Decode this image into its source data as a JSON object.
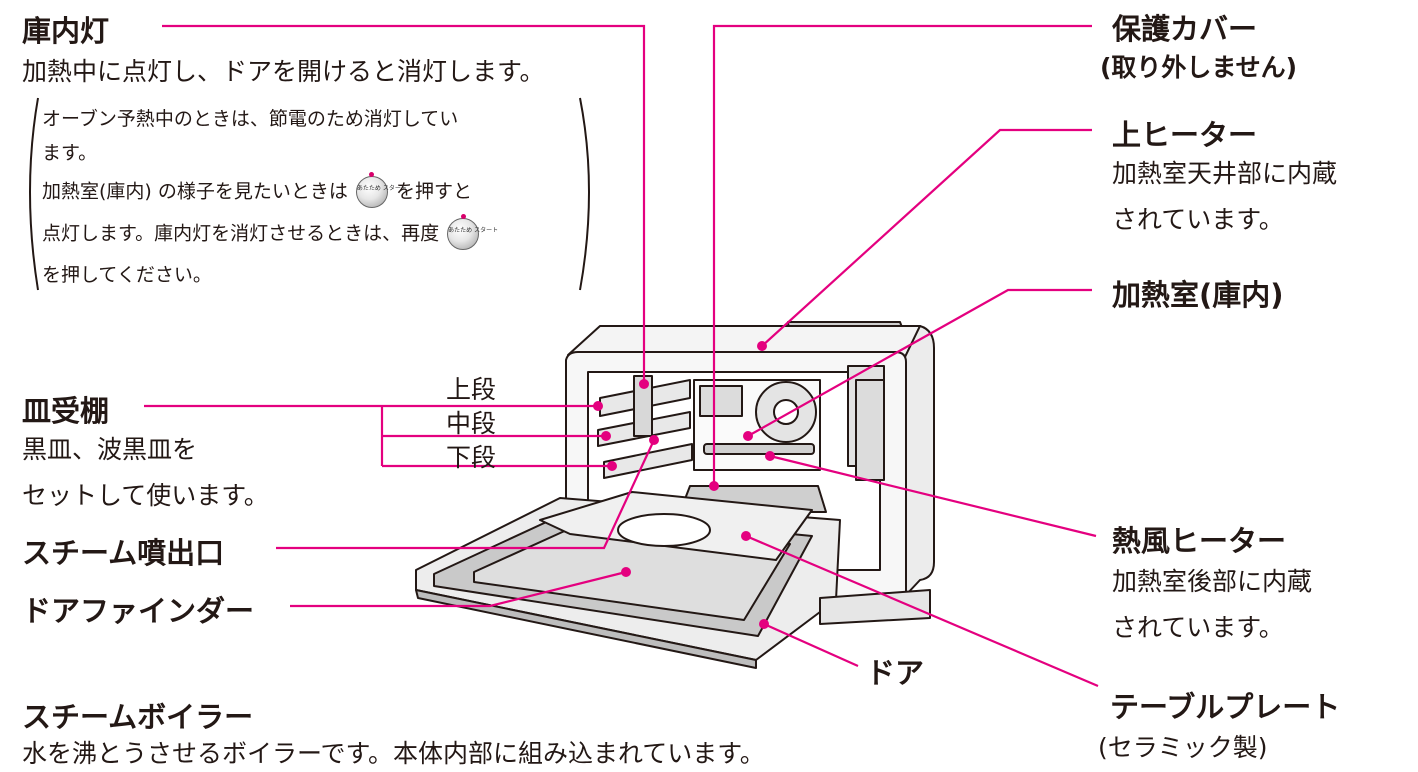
{
  "colors": {
    "leader": "#e4007f",
    "ink": "#231815",
    "panel": "#ececec",
    "window": "#c9c9c9"
  },
  "labels": {
    "lamp": {
      "title": "庫内灯",
      "desc": "加熱中に点灯し、ドアを開けると消灯します。"
    },
    "note": {
      "line1": "オーブン予熱中のときは、節電のため消灯してい",
      "line2": "ます。",
      "line3a": "加熱室(庫内) の様子を見たいときは",
      "line3b": "を押すと",
      "line4a": "点灯します。庫内灯を消灯させるときは、再度",
      "line5": "を押してください。",
      "button_icon": "warm-start-button-icon",
      "button_text": "あたため スタート"
    },
    "rack": {
      "title": "皿受棚",
      "desc1": "黒皿、波黒皿を",
      "desc2": "セットして使います。"
    },
    "shelves": [
      "上段",
      "中段",
      "下段"
    ],
    "steam_outlet": "スチーム噴出口",
    "door_finder": "ドアファインダー",
    "boiler": {
      "title": "スチームボイラー",
      "desc": "水を沸とうさせるボイラーです。本体内部に組み込まれています。"
    },
    "cover": {
      "title": "保護カバー",
      "sub": "(取り外しません)"
    },
    "top_heater": {
      "title": "上ヒーター",
      "desc1": "加熱室天井部に内蔵",
      "desc2": "されています。"
    },
    "chamber": {
      "title": "加熱室(庫内)"
    },
    "fan_heater": {
      "title": "熱風ヒーター",
      "desc1": "加熱室後部に内蔵",
      "desc2": "されています。"
    },
    "door": "ドア",
    "table_plate": {
      "title": "テーブルプレート",
      "sub": "(セラミック製)"
    }
  }
}
